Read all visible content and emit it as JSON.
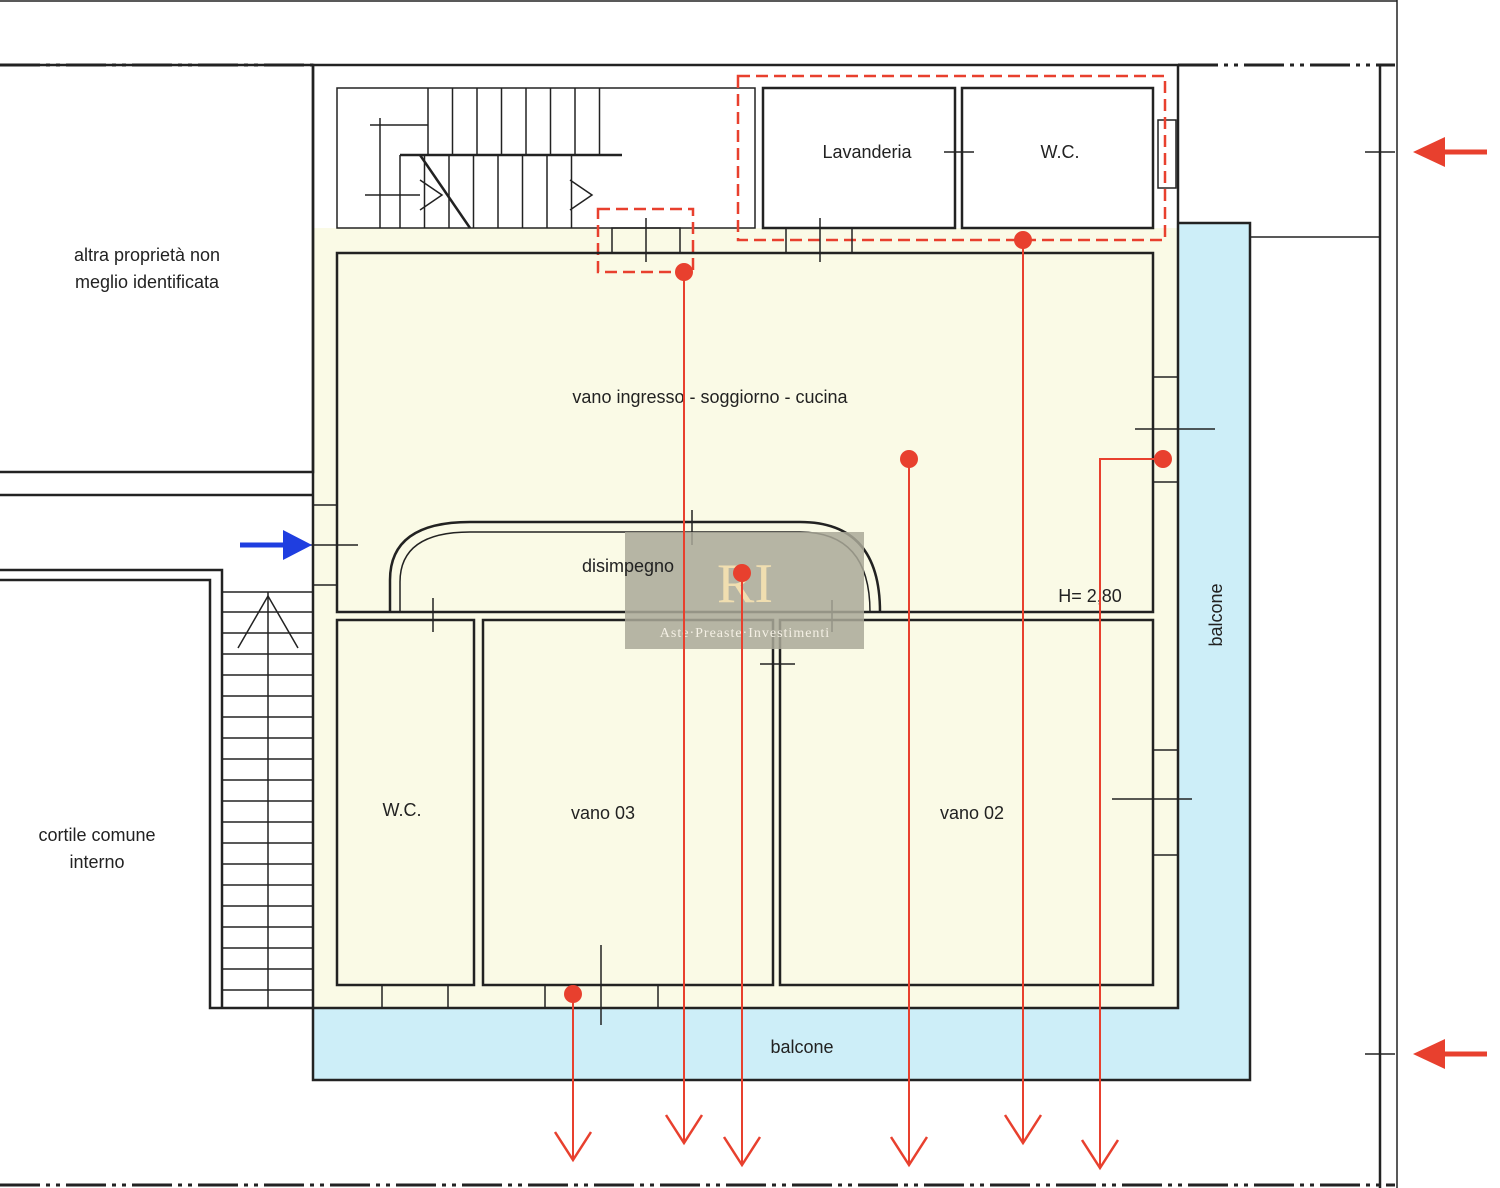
{
  "labels": {
    "other_property": [
      "altra proprietà non",
      "meglio identificata"
    ],
    "courtyard": [
      "cortile comune",
      "interno"
    ],
    "laundry": "Lavanderia",
    "wc_top": "W.C.",
    "living": "vano ingresso - soggiorno - cucina",
    "hallway": "disimpegno",
    "height": "H= 2,80",
    "wc_bottom": "W.C.",
    "room_03": "vano 03",
    "room_02": "vano 02",
    "balcony_right": "balcone",
    "balcony_bottom": "balcone"
  },
  "watermark": {
    "text": "Aste·Preaste·Investimenti",
    "logo": "RI"
  },
  "colors": {
    "room_fill": "#fafae6",
    "balcony_fill": "#cdeef8",
    "marker": "#e8402e",
    "entry_arrow": "#1f3ee0"
  }
}
